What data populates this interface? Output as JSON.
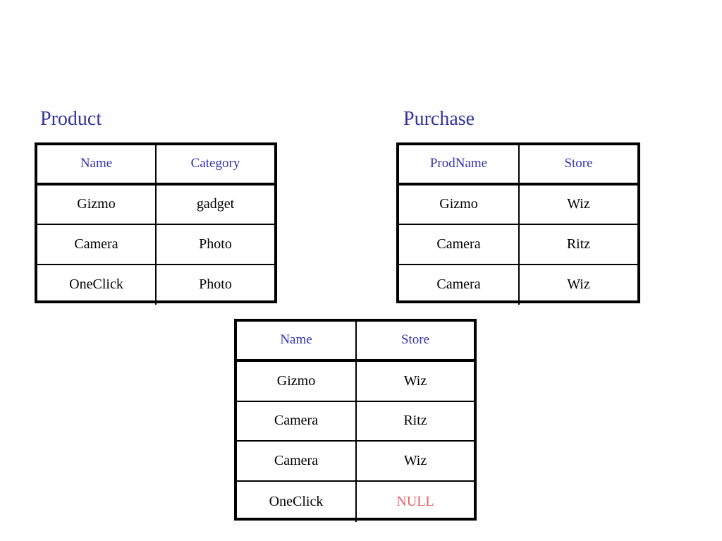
{
  "slide": {
    "background_color": "#fefefe",
    "heading_color": "#33339e",
    "header_text_color": "#3333b0",
    "null_color": "#e2606a",
    "border_color": "#000000"
  },
  "tables": {
    "product": {
      "title": "Product",
      "columns": [
        "Name",
        "Category"
      ],
      "rows": [
        [
          "Gizmo",
          "gadget"
        ],
        [
          "Camera",
          "Photo"
        ],
        [
          "OneClick",
          "Photo"
        ]
      ]
    },
    "purchase": {
      "title": "Purchase",
      "columns": [
        "ProdName",
        "Store"
      ],
      "rows": [
        [
          "Gizmo",
          "Wiz"
        ],
        [
          "Camera",
          "Ritz"
        ],
        [
          "Camera",
          "Wiz"
        ]
      ]
    },
    "result": {
      "title": "",
      "columns": [
        "Name",
        "Store"
      ],
      "rows": [
        [
          "Gizmo",
          "Wiz"
        ],
        [
          "Camera",
          "Ritz"
        ],
        [
          "Camera",
          "Wiz"
        ],
        [
          "OneClick",
          "NULL"
        ]
      ]
    }
  }
}
